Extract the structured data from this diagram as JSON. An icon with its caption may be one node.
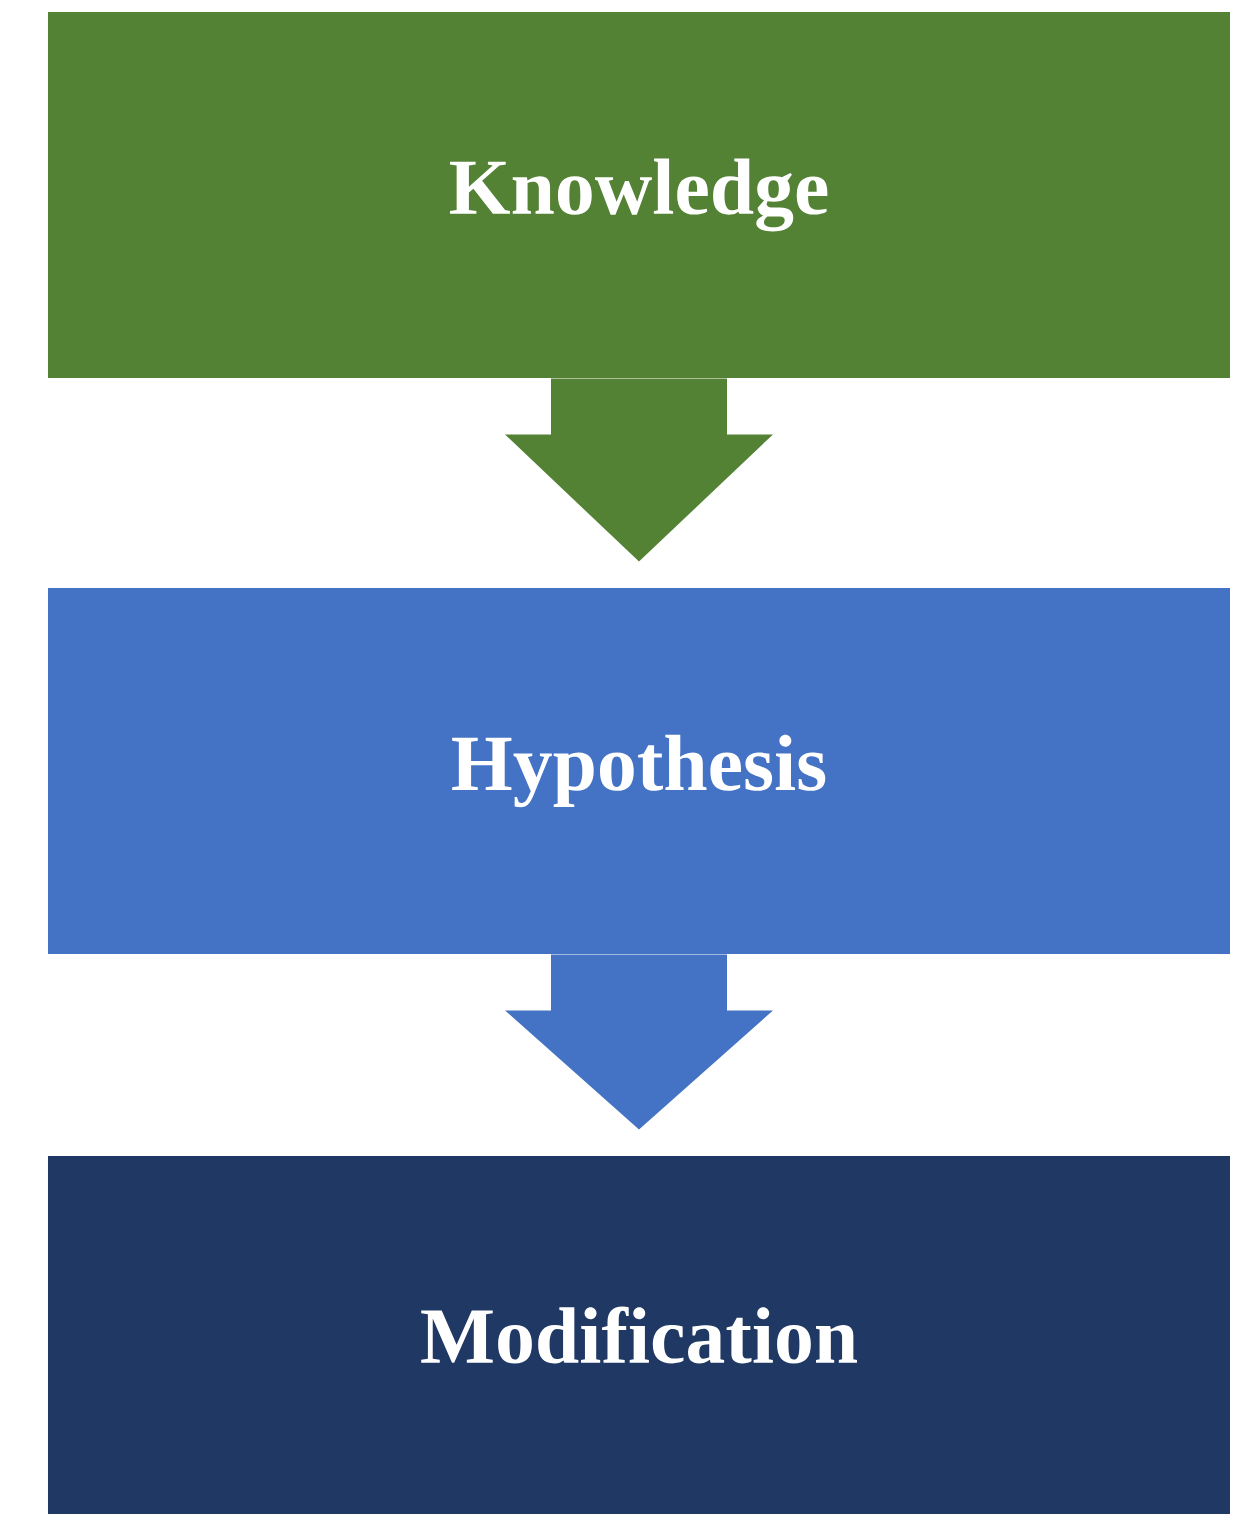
{
  "diagram": {
    "nodes": [
      {
        "text": [
          "Knowledge"
        ]
      },
      {
        "text": [
          "Hypothesis"
        ]
      },
      {
        "text": [
          "Modification"
        ]
      }
    ],
    "edges": [
      {
        "from": 0,
        "to": 1,
        "arrow": "to",
        "color": "#548235"
      },
      {
        "from": 1,
        "to": 2,
        "arrow": "to",
        "color": "#4472c4"
      }
    ]
  }
}
